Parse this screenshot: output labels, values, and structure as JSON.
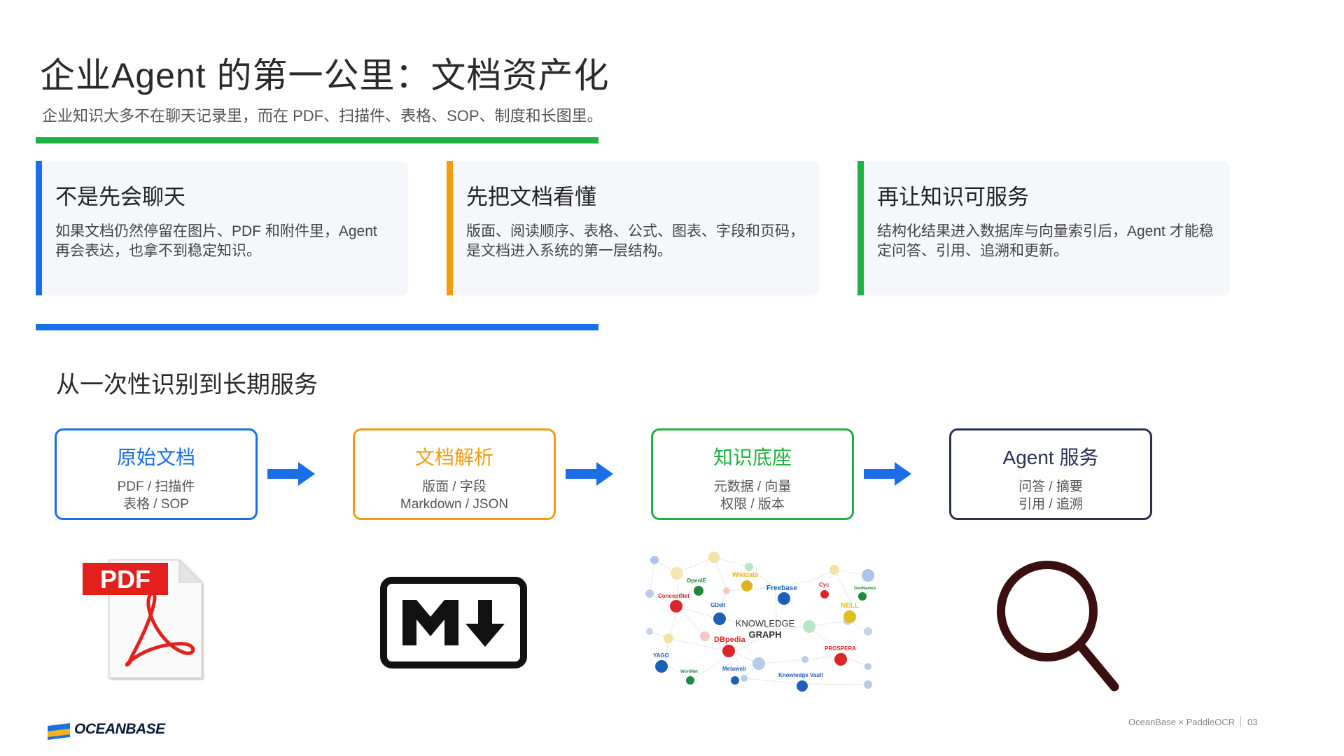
{
  "header": {
    "title": "企业Agent 的第一公里：文档资产化",
    "subtitle": "企业知识大多不在聊天记录里，而在 PDF、扫描件、表格、SOP、制度和长图里。"
  },
  "cards": [
    {
      "title": "不是先会聊天",
      "body": "如果文档仍然停留在图片、PDF 和附件里，Agent 再会表达，也拿不到稳定知识。",
      "accent": "#1a6ee8"
    },
    {
      "title": "先把文档看懂",
      "body": "版面、阅读顺序、表格、公式、图表、字段和页码，是文档进入系统的第一层结构。",
      "accent": "#f39c12"
    },
    {
      "title": "再让知识可服务",
      "body": "结构化结果进入数据库与向量索引后，Agent 才能稳定问答、引用、追溯和更新。",
      "accent": "#1fb141"
    }
  ],
  "section": {
    "title": "从一次性识别到长期服务"
  },
  "flow": [
    {
      "title": "原始文档",
      "line1": "PDF / 扫描件",
      "line2": "表格 / SOP",
      "color": "#1a6ee8"
    },
    {
      "title": "文档解析",
      "line1": "版面 / 字段",
      "line2": "Markdown / JSON",
      "color": "#f39c12"
    },
    {
      "title": "知识底座",
      "line1": "元数据 / 向量",
      "line2": "权限 / 版本",
      "color": "#1fb141"
    },
    {
      "title": "Agent 服务",
      "line1": "问答 / 摘要",
      "line2": "引用 / 追溯",
      "color": "#2b3155"
    }
  ],
  "icons": {
    "pdf": {
      "badge": "PDF",
      "name": "pdf-file-icon",
      "color": "#e3201b"
    },
    "markdown": {
      "name": "markdown-icon"
    },
    "knowledge_graph": {
      "name": "knowledge-graph-icon",
      "center_line1": "KNOWLEDGE",
      "center_line2": "GRAPH",
      "labels": [
        "OpenIE",
        "Wikidata",
        "Freebase",
        "Cyc",
        "GeoNames",
        "ConceptNet",
        "GDelt",
        "NELL",
        "DBpedia",
        "PROSPERA",
        "YAGO",
        "WordNet",
        "Metaweb",
        "Knowledge Vault"
      ]
    },
    "search": {
      "name": "search-icon",
      "color": "#3a0f10"
    }
  },
  "footer": {
    "logo_text": "OCEANBASE",
    "credit": "OceanBase × PaddleOCR",
    "page": "03"
  }
}
